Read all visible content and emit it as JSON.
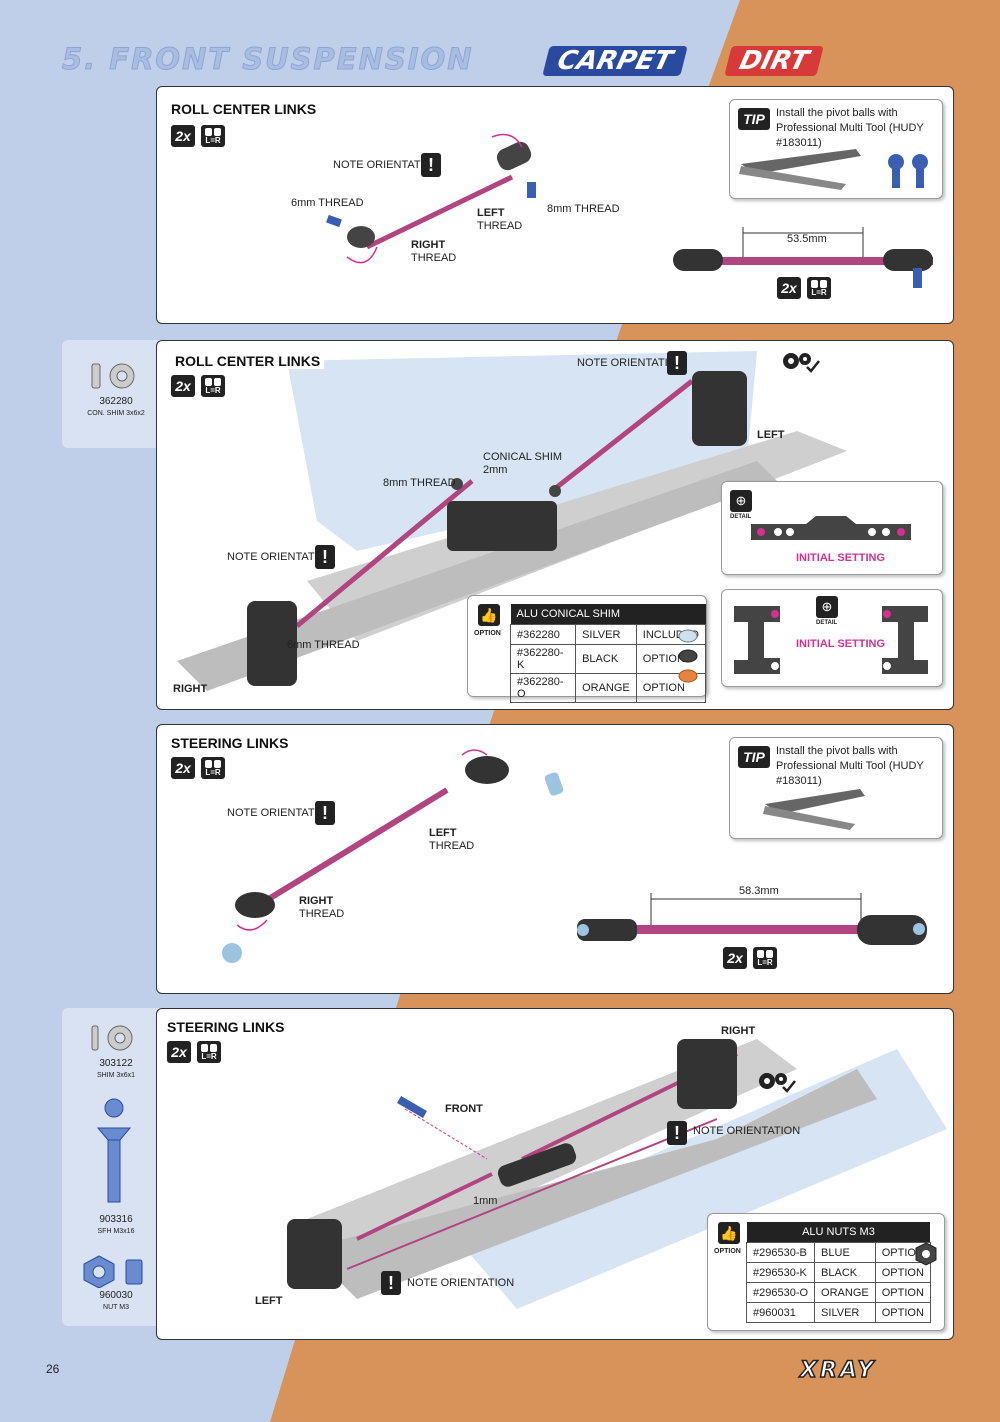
{
  "header": {
    "title": "5. FRONT SUSPENSION",
    "badge_carpet": "CARPET",
    "badge_dirt": "DIRT"
  },
  "colors": {
    "bg_blue": "#bfcfe9",
    "bg_orange": "#d8935a",
    "accent_pink": "#d2318f",
    "part_blue": "#3a5fb0"
  },
  "panel1": {
    "title": "ROLL CENTER LINKS",
    "qty": "2x",
    "lr": "L=R",
    "note_orientation": "NOTE ORIENTATION",
    "thread_6mm": "6mm THREAD",
    "thread_8mm": "8mm THREAD",
    "left_thread_1": "LEFT",
    "left_thread_2": "THREAD",
    "right_thread_1": "RIGHT",
    "right_thread_2": "THREAD",
    "tip_tag": "TIP",
    "tip_text": "Install the pivot balls with Professional Multi Tool (HUDY #183011)",
    "dimension": "53.5mm"
  },
  "panel2": {
    "title": "ROLL CENTER LINKS",
    "qty": "2x",
    "lr": "L=R",
    "side_part_no": "362280",
    "side_part_name": "CON. SHIM 3x6x2",
    "note_orientation_top": "NOTE ORIENTATION",
    "note_orientation_left": "NOTE ORIENTATION",
    "left_label": "LEFT",
    "right_label": "RIGHT",
    "conical_shim_1": "CONICAL SHIM",
    "conical_shim_2": "2mm",
    "thread_8mm": "8mm THREAD",
    "thread_6mm": "6mm THREAD",
    "detail_label": "DETAIL",
    "initial_setting_1": "INITIAL SETTING",
    "initial_setting_2": "INITIAL SETTING",
    "option_label": "OPTION",
    "option_table": {
      "header": "ALU CONICAL SHIM",
      "rows": [
        [
          "#362280",
          "SILVER",
          "INCLUDED"
        ],
        [
          "#362280-K",
          "BLACK",
          "OPTION"
        ],
        [
          "#362280-O",
          "ORANGE",
          "OPTION"
        ]
      ]
    }
  },
  "panel3": {
    "title": "STEERING LINKS",
    "qty": "2x",
    "lr": "L=R",
    "note_orientation": "NOTE ORIENTATION",
    "left_thread_1": "LEFT",
    "left_thread_2": "THREAD",
    "right_thread_1": "RIGHT",
    "right_thread_2": "THREAD",
    "tip_tag": "TIP",
    "tip_text": "Install the pivot balls with Professional Multi Tool (HUDY #183011)",
    "dimension": "58.3mm"
  },
  "panel4": {
    "title": "STEERING LINKS",
    "qty": "2x",
    "lr": "L=R",
    "right_label": "RIGHT",
    "front_label": "FRONT",
    "left_label": "LEFT",
    "note_orientation_right": "NOTE ORIENTATION",
    "note_orientation_left": "NOTE ORIENTATION",
    "shim_1mm": "1mm",
    "side_parts": [
      {
        "no": "303122",
        "name": "SHIM 3x6x1"
      },
      {
        "no": "903316",
        "name": "SFH M3x16"
      },
      {
        "no": "960030",
        "name": "NUT M3"
      }
    ],
    "option_label": "OPTION",
    "option_table": {
      "header": "ALU NUTS M3",
      "rows": [
        [
          "#296530-B",
          "BLUE",
          "OPTION"
        ],
        [
          "#296530-K",
          "BLACK",
          "OPTION"
        ],
        [
          "#296530-O",
          "ORANGE",
          "OPTION"
        ],
        [
          "#960031",
          "SILVER",
          "OPTION"
        ]
      ]
    }
  },
  "footer": {
    "page_number": "26",
    "logo": "XRAY"
  }
}
